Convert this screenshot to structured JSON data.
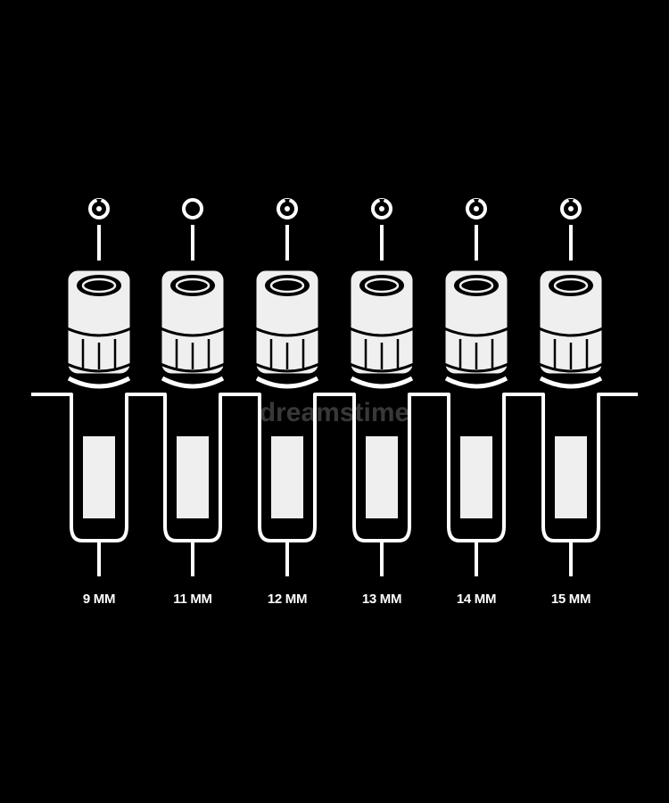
{
  "background_color": "#000000",
  "line_color": "#ffffff",
  "fill_color": "#efefef",
  "watermark": "dreamstime",
  "sockets": [
    {
      "size_label": "9 MM",
      "top_symbol": "wrench-icon"
    },
    {
      "size_label": "11 MM",
      "top_symbol": "ring-icon"
    },
    {
      "size_label": "12 MM",
      "top_symbol": "wrench-icon"
    },
    {
      "size_label": "13 MM",
      "top_symbol": "wrench-icon"
    },
    {
      "size_label": "14 MM",
      "top_symbol": "wrench-icon"
    },
    {
      "size_label": "15 MM",
      "top_symbol": "wrench-icon"
    }
  ]
}
